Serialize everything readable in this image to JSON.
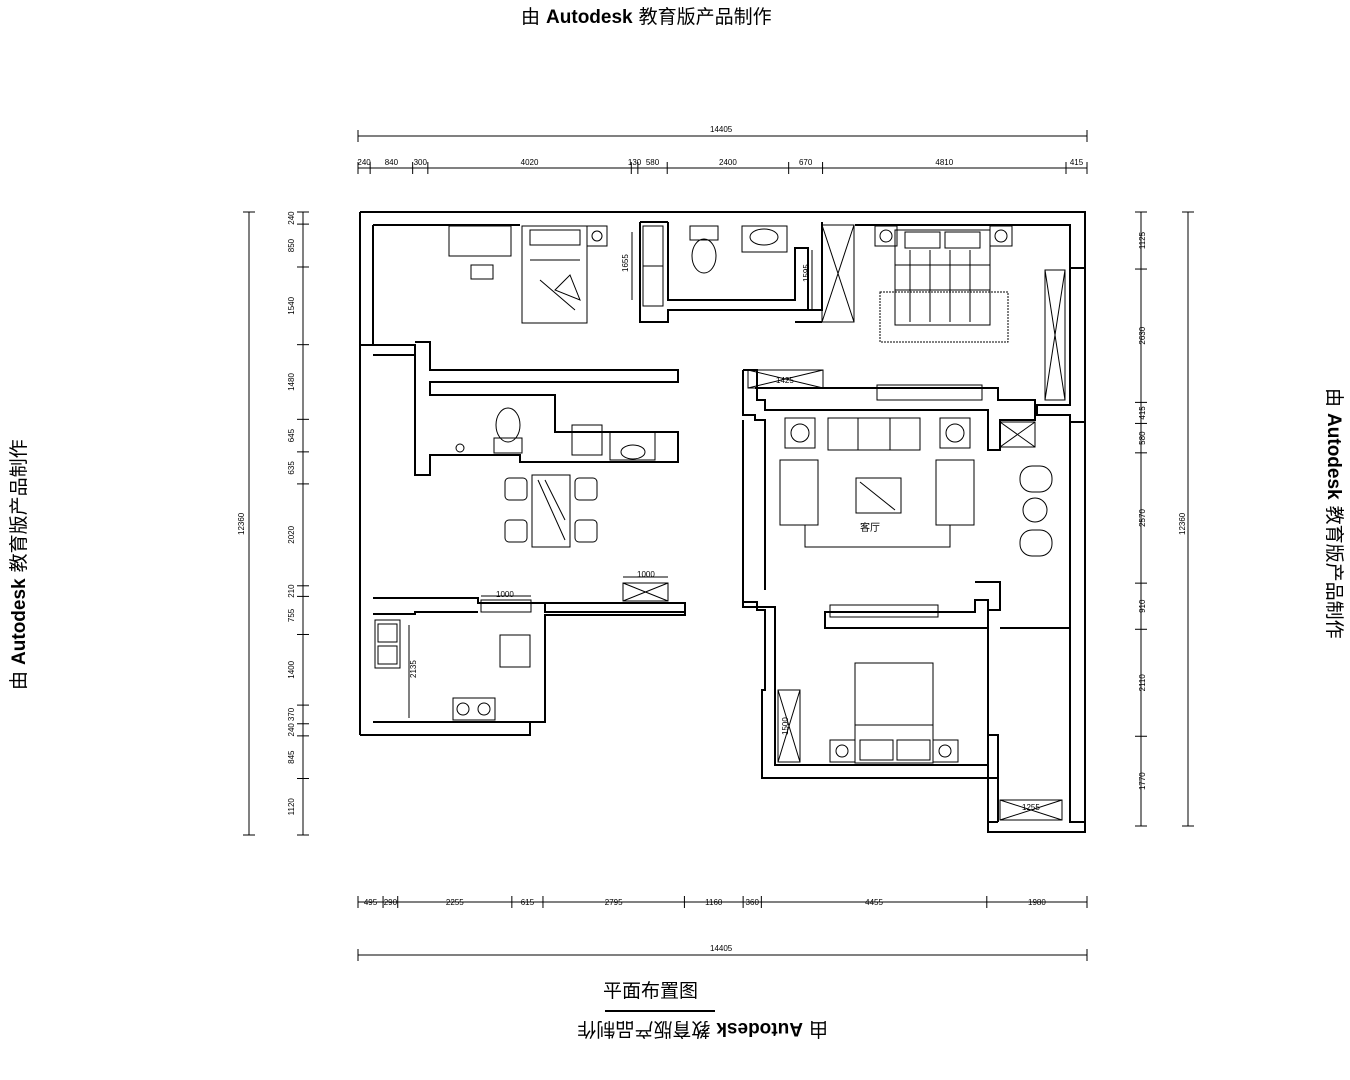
{
  "watermark": {
    "prefix": "由 ",
    "brand": "Autodesk",
    "suffix": " 教育版产品制作"
  },
  "drawing": {
    "title": "平面布置图",
    "room_label_living": "客厅"
  },
  "dimensions": {
    "top_total": "14405",
    "top_segments": [
      "240",
      "840",
      "300",
      "4020",
      "130",
      "580",
      "2400",
      "670",
      "4810",
      "415"
    ],
    "bottom_total": "14405",
    "bottom_segments": [
      "495",
      "290",
      "2255",
      "615",
      "2795",
      "1160",
      "360",
      "4455",
      "1980"
    ],
    "left_total": "12360",
    "left_segments": [
      "240",
      "850",
      "1540",
      "1480",
      "645",
      "635",
      "2020",
      "210",
      "755",
      "1400",
      "370",
      "240",
      "845",
      "1120"
    ],
    "right_total": "12360",
    "right_segments": [
      "1125",
      "2630",
      "415",
      "580",
      "2570",
      "910",
      "2110",
      "1770"
    ],
    "interior": [
      "1655",
      "1595",
      "1425",
      "1000",
      "1000",
      "2135",
      "1500",
      "1255"
    ]
  },
  "colors": {
    "line": "#000000",
    "background": "#ffffff"
  }
}
